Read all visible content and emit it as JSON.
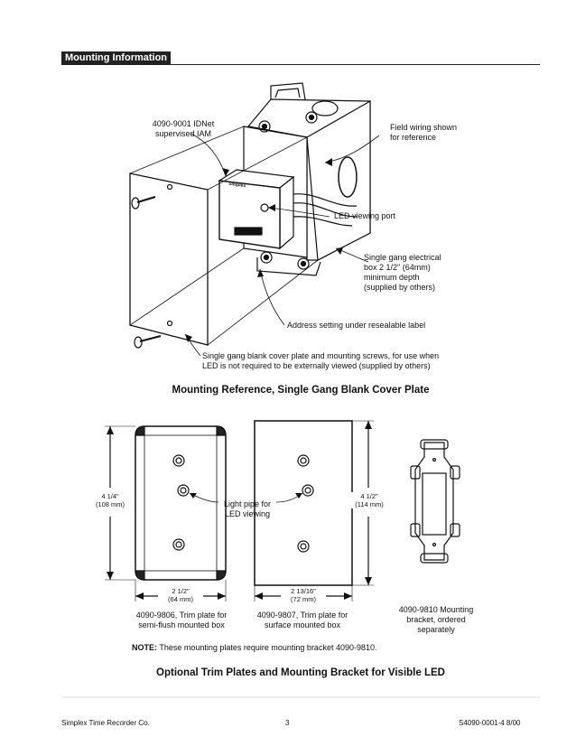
{
  "section": {
    "title": "Mounting Information"
  },
  "top_diagram": {
    "labels": {
      "iam": "4090-9001 IDNet\nsupervised IAM",
      "field_wiring": "Field wiring shown\nfor reference",
      "led_port": "LED viewing port",
      "electrical_box": "Single gang electrical\nbox 2 1/2\" (64mm)\nminimum depth\n(supplied by others)",
      "address_setting": "Address setting under resealable label",
      "blank_plate": "Single gang blank cover plate and mounting screws, for use when\nLED is not required to be externally viewed (supplied by others)"
    },
    "device_text": "Simplex"
  },
  "caption_top": "Mounting Reference, Single Gang Blank Cover Plate",
  "bottom_diagram": {
    "dim_left_height": "4 1/4\"\n(108 mm)",
    "dim_left_width": "2 1/2\"\n(64 mm)",
    "dim_right_height": "4 1/2\"\n(114 mm)",
    "dim_right_width": "2 13/16\"\n(72 mm)",
    "light_pipe": "Light pipe for\nLED viewing",
    "trim_semi": "4090-9806, Trim plate for\nsemi-flush mounted box",
    "trim_surface": "4090-9807, Trim plate for\nsurface mounted box",
    "bracket": "4090-9810 Mounting\nbracket, ordered\nseparately",
    "note_bold": "NOTE:",
    "note_text": " These mounting plates require mounting bracket 4090-9810."
  },
  "caption_bottom": "Optional Trim Plates and Mounting Bracket for Visible LED",
  "footer": {
    "left": "Simplex Time Recorder Co.",
    "center": "3",
    "right": "S4090-0001-4  8/00"
  }
}
